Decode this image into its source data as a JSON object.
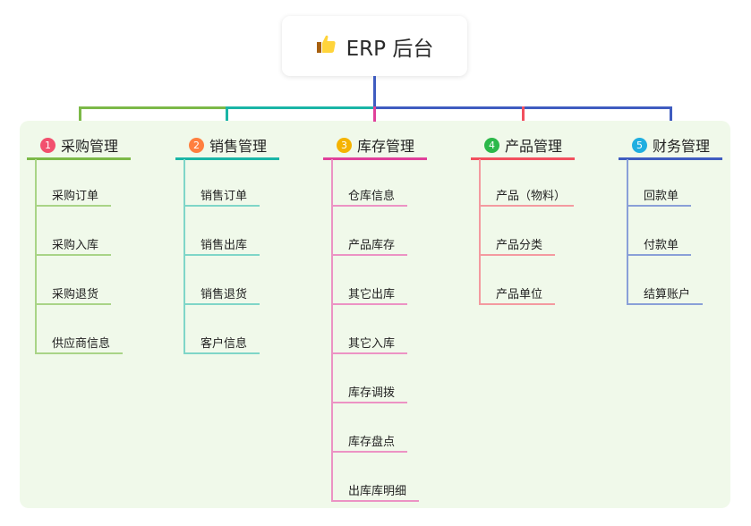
{
  "root": {
    "title": "ERP 后台",
    "icon": "thumbs-up-icon"
  },
  "branches": [
    {
      "number": "1",
      "label": "采购管理",
      "color": "#7cb948",
      "item_color": "#a9d487",
      "badge_color": "#f2506e",
      "items": [
        "采购订单",
        "采购入库",
        "采购退货",
        "供应商信息"
      ]
    },
    {
      "number": "2",
      "label": "销售管理",
      "color": "#1ab5a6",
      "item_color": "#7fd6c8",
      "badge_color": "#ff7f3f",
      "items": [
        "销售订单",
        "销售出库",
        "销售退货",
        "客户信息"
      ]
    },
    {
      "number": "3",
      "label": "库存管理",
      "color": "#e0409a",
      "item_color": "#ec93c4",
      "badge_color": "#f5b300",
      "items": [
        "仓库信息",
        "产品库存",
        "其它出库",
        "其它入库",
        "库存调拨",
        "库存盘点",
        "出库库明细"
      ]
    },
    {
      "number": "4",
      "label": "产品管理",
      "color": "#f2505e",
      "item_color": "#f49aa0",
      "badge_color": "#2cb84a",
      "items": [
        "产品（物料）",
        "产品分类",
        "产品单位"
      ]
    },
    {
      "number": "5",
      "label": "财务管理",
      "color": "#3f5cc0",
      "item_color": "#8aa0d8",
      "badge_color": "#1faee0",
      "items": [
        "回款单",
        "付款单",
        "结算账户"
      ]
    }
  ]
}
